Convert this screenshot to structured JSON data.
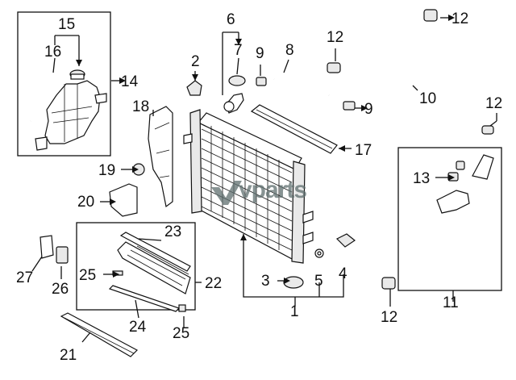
{
  "watermark": {
    "text": "vparts"
  },
  "callouts": [
    {
      "id": "c1",
      "label": "1"
    },
    {
      "id": "c2",
      "label": "2"
    },
    {
      "id": "c3",
      "label": "3"
    },
    {
      "id": "c4",
      "label": "4"
    },
    {
      "id": "c5",
      "label": "5"
    },
    {
      "id": "c6",
      "label": "6"
    },
    {
      "id": "c7",
      "label": "7"
    },
    {
      "id": "c8",
      "label": "8"
    },
    {
      "id": "c9a",
      "label": "9"
    },
    {
      "id": "c9b",
      "label": "9"
    },
    {
      "id": "c10",
      "label": "10"
    },
    {
      "id": "c11",
      "label": "11"
    },
    {
      "id": "c12a",
      "label": "12"
    },
    {
      "id": "c12b",
      "label": "12"
    },
    {
      "id": "c12c",
      "label": "12"
    },
    {
      "id": "c12d",
      "label": "12"
    },
    {
      "id": "c13",
      "label": "13"
    },
    {
      "id": "c14",
      "label": "14"
    },
    {
      "id": "c15",
      "label": "15"
    },
    {
      "id": "c16",
      "label": "16"
    },
    {
      "id": "c17",
      "label": "17"
    },
    {
      "id": "c18",
      "label": "18"
    },
    {
      "id": "c19",
      "label": "19"
    },
    {
      "id": "c20",
      "label": "20"
    },
    {
      "id": "c21",
      "label": "21"
    },
    {
      "id": "c22",
      "label": "22"
    },
    {
      "id": "c23",
      "label": "23"
    },
    {
      "id": "c24",
      "label": "24"
    },
    {
      "id": "c25a",
      "label": "25"
    },
    {
      "id": "c25b",
      "label": "25"
    },
    {
      "id": "c26",
      "label": "26"
    },
    {
      "id": "c27",
      "label": "27"
    }
  ]
}
